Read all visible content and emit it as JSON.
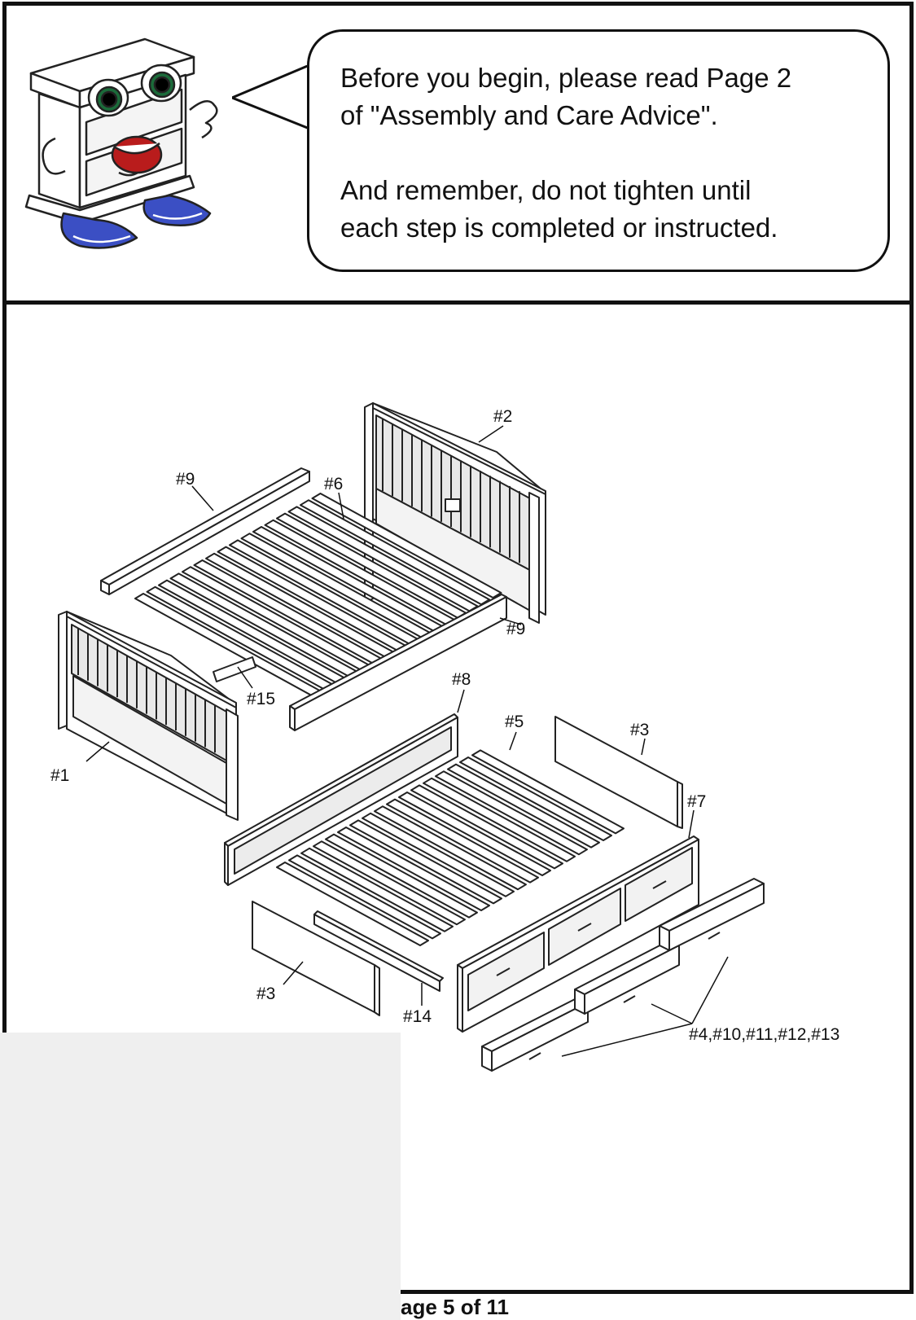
{
  "notice": {
    "line1": "Before you begin, please read Page 2",
    "line2": "of \"Assembly and Care Advice\".",
    "line3": "And remember, do not tighten until",
    "line4": "each step is completed or instructed."
  },
  "mascot": {
    "icon": "nightstand-mascot-icon"
  },
  "diagram": {
    "labels": {
      "headboard": "#2",
      "rail_back": "#9",
      "slats_top": "#6",
      "rail_front": "#9",
      "center_support": "#15",
      "footboard": "#1",
      "trundle_back": "#8",
      "trundle_slats": "#5",
      "side_panel_right": "#3",
      "drawer_front_panel": "#7",
      "side_panel_left": "#3",
      "trundle_rail": "#14",
      "drawers": "#4,#10,#11,#12,#13"
    }
  },
  "footer": {
    "page": "age 5 of  11"
  }
}
